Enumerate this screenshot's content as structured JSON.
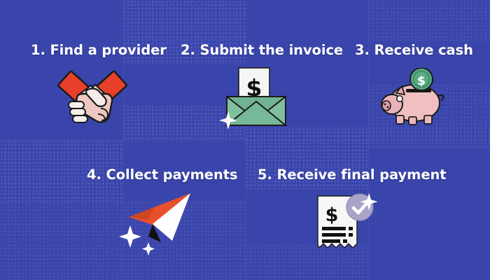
{
  "page": {
    "background_color": "#3a45ab",
    "text_color": "#ffffff"
  },
  "steps": [
    {
      "number": "1.",
      "title": "1. Find a provider",
      "icon": "handshake-icon",
      "colors": {
        "sleeve": "#e8402a",
        "hand": "#f0c9c2",
        "hand_light": "#f6ece8"
      }
    },
    {
      "number": "2.",
      "title": "2. Submit the invoice",
      "icon": "envelope-with-dollar-letter-icon",
      "colors": {
        "envelope": "#6fb392",
        "envelope_dark": "#5a9b7c",
        "paper": "#f4f6f4",
        "symbol": "#111111"
      }
    },
    {
      "number": "3.",
      "title": "3. Receive cash",
      "icon": "piggy-bank-with-coin-icon",
      "colors": {
        "pig": "#f0bfc2",
        "pig_dark": "#dfa3a8",
        "coin": "#5aab82",
        "coin_dark": "#3f8c66",
        "slot": "#1a1a1a"
      }
    },
    {
      "number": "4.",
      "title": "4. Collect payments",
      "icon": "paper-plane-icon",
      "colors": {
        "plane_red": "#e8502c",
        "plane_white": "#ffffff",
        "plane_dark": "#111111",
        "sparkle": "#ffffff"
      }
    },
    {
      "number": "5.",
      "title": "5. Receive final payment",
      "icon": "receipt-with-check-badge-icon",
      "colors": {
        "receipt": "#f6f6f6",
        "ink": "#111111",
        "badge": "#a9a4c8",
        "check": "#ffffff"
      }
    }
  ]
}
